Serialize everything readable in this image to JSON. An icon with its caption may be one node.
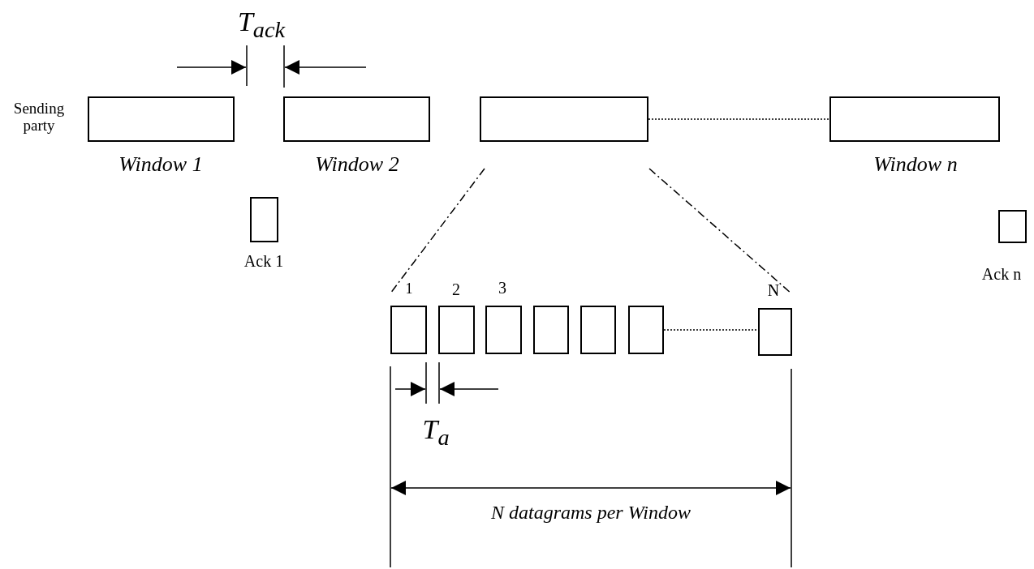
{
  "diagram": {
    "nodes": [
      {
        "text": [],
        "shape": "box",
        "beside": [
          "Window 1"
        ]
      },
      {
        "text": [],
        "shape": "box",
        "beside": [
          "Window 2"
        ]
      },
      {
        "text": [],
        "shape": "box"
      },
      {
        "text": [],
        "shape": "box",
        "beside": [
          "Window n"
        ]
      },
      {
        "text": [],
        "shape": "box",
        "beside": [
          "Ack 1"
        ]
      },
      {
        "text": [],
        "shape": "box",
        "beside": [
          "Ack n"
        ]
      },
      {
        "text": [],
        "shape": "box",
        "beside": [
          "1"
        ]
      },
      {
        "text": [],
        "shape": "box",
        "beside": [
          "2"
        ]
      },
      {
        "text": [],
        "shape": "box",
        "beside": [
          "3"
        ]
      },
      {
        "text": [],
        "shape": "box"
      },
      {
        "text": [],
        "shape": "box"
      },
      {
        "text": [],
        "shape": "box"
      },
      {
        "text": [],
        "shape": "box",
        "beside": [
          "N"
        ]
      }
    ],
    "edges": [
      {
        "from": 2,
        "to": 3,
        "arrow": "none",
        "style": "dashed"
      },
      {
        "from": 11,
        "to": 12,
        "arrow": "none",
        "style": "dashed"
      }
    ],
    "labels": [
      "T$_{ack}$",
      "Sending party",
      "T$_{a}$",
      "N datagrams per Window"
    ]
  }
}
